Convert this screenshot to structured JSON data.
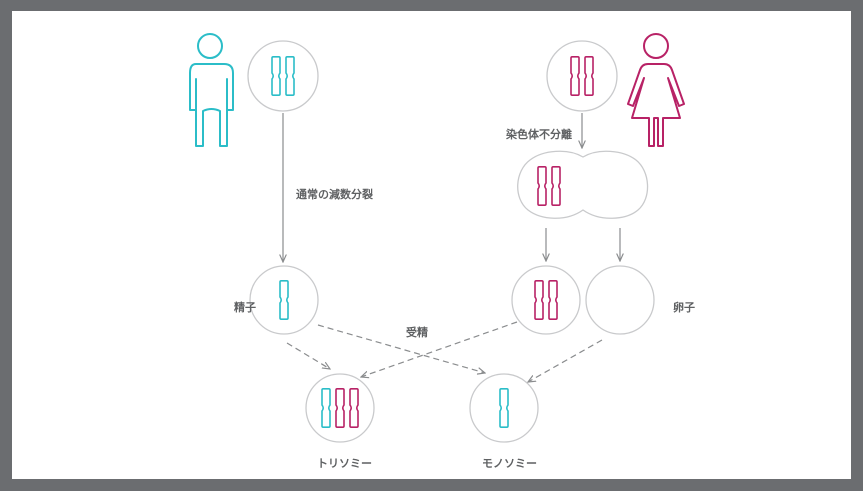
{
  "labels": {
    "normal_meiosis": "通常の減数分裂",
    "nondisjunction": "染色体不分離",
    "sperm": "精子",
    "egg": "卵子",
    "fertilization": "受精",
    "trisomy": "トリソミー",
    "monosomy": "モノソミー"
  },
  "icons": {
    "male": "male-figure-icon",
    "female": "female-figure-icon"
  },
  "colors": {
    "frame": "#6b6d70",
    "male": "#2bbdc8",
    "female": "#b82266",
    "cell_outline": "#c9cacc",
    "arrow": "#8a8c8e",
    "text": "#5f6163"
  }
}
